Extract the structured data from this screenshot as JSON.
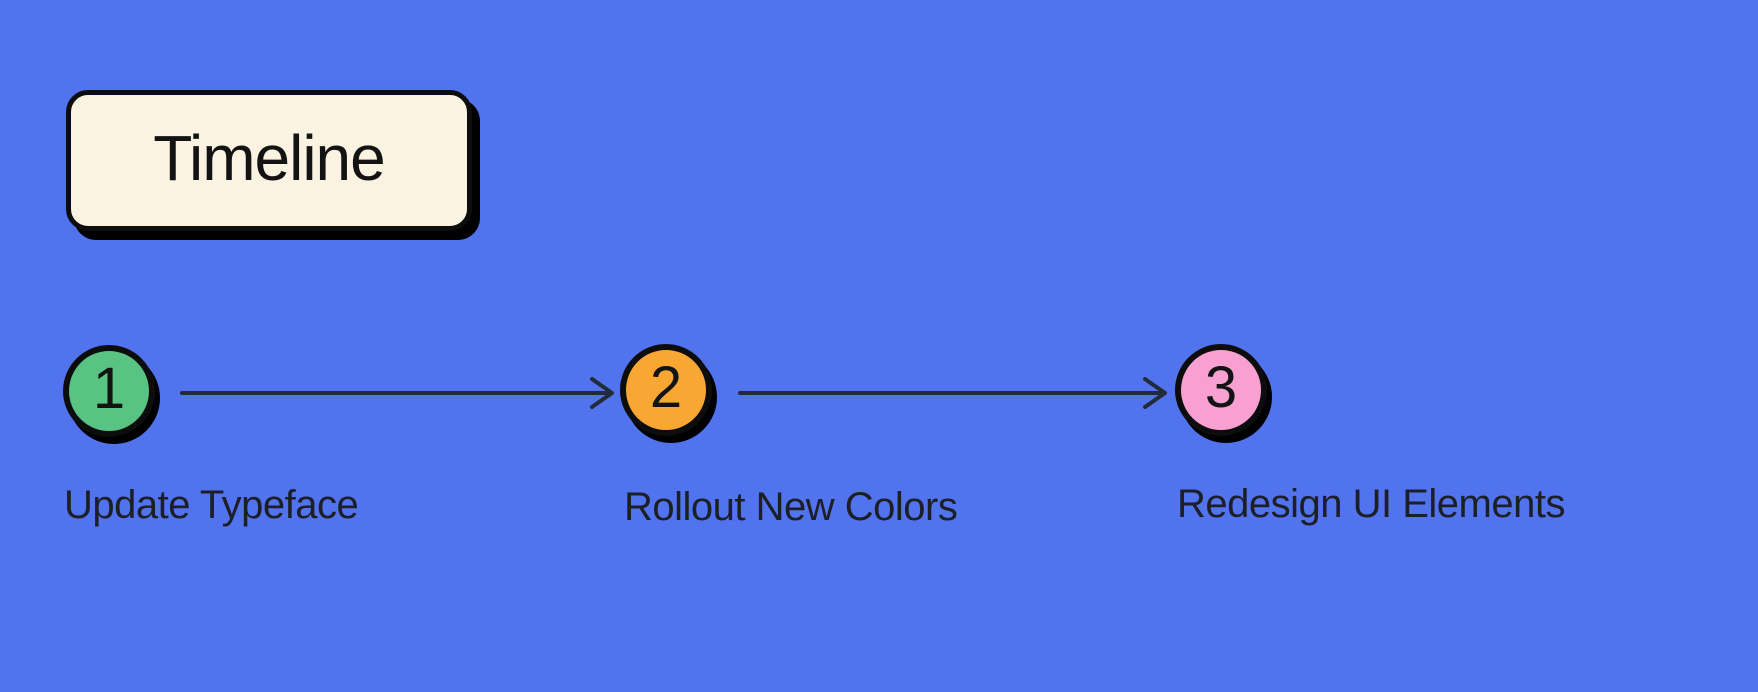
{
  "title_card": {
    "label": "Timeline"
  },
  "colors": {
    "background": "#5273EE",
    "card_background": "#FBF3E1",
    "outline": "#0D0D0D",
    "connector": "#222B38",
    "title_text": "#131313",
    "number_text": "#131313",
    "label_text": "#1C1F26"
  },
  "timeline": {
    "steps": [
      {
        "number": "1",
        "label": "Update Typeface",
        "circle_color": "#58C383"
      },
      {
        "number": "2",
        "label": "Rollout New Colors",
        "circle_color": "#F8A733"
      },
      {
        "number": "3",
        "label": "Redesign UI Elements",
        "circle_color": "#F9A0D3"
      }
    ]
  }
}
